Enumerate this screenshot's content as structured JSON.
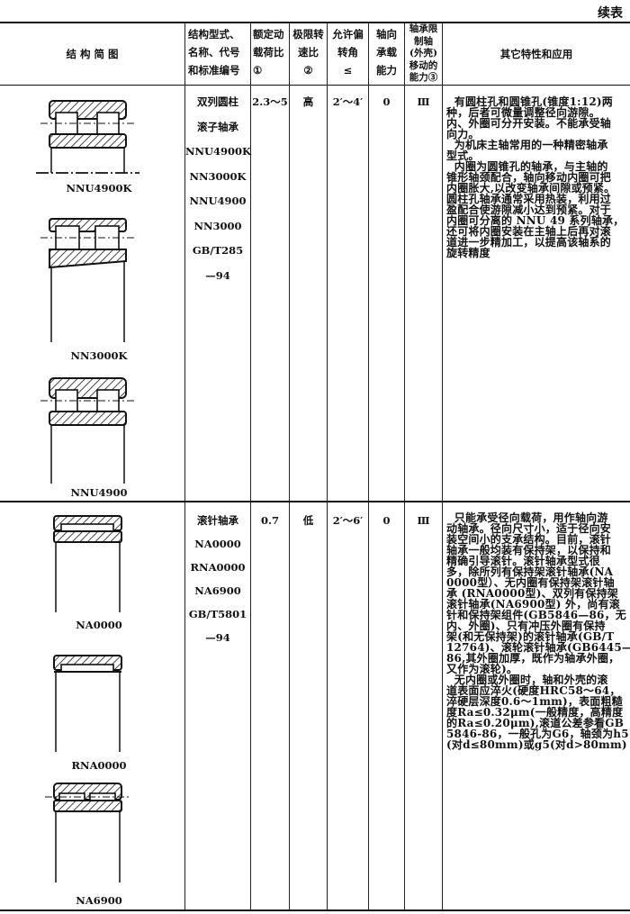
{
  "page_heading": "续表",
  "headers": {
    "diagram": "结 构 简 图",
    "type": [
      "结构型式、",
      "名称、代号",
      "和标准编号"
    ],
    "load_ratio": [
      "额定动",
      "载荷比",
      "①"
    ],
    "speed_ratio": [
      "极限转",
      "速比",
      "②"
    ],
    "misalign": [
      "允许偏",
      "转角",
      "≤"
    ],
    "axial": [
      "轴向",
      "承载",
      "能力"
    ],
    "axial_move": [
      "轴承限",
      "制轴",
      "(外壳)",
      "移动的",
      "能力③"
    ],
    "other": "其它特性和应用"
  },
  "rows": [
    {
      "figures": [
        "NNU4900K",
        "NN3000K",
        "NNU4900"
      ],
      "type_lines": [
        "双列圆柱",
        "滚子轴承",
        "NNU4900K",
        "NN3000K",
        "NNU4900",
        "NN3000",
        "GB/T285",
        "—94"
      ],
      "load_ratio": "2.3～5",
      "speed_ratio": "高",
      "misalign": "2′～4′",
      "axial": "0",
      "axial_move": "Ⅲ",
      "other_lines": [
        "  有圆柱孔和圆锥孔(锥度1:12)两",
        "种，后者可微量调整径向游隙。",
        "内、外圈可分开安装。不能承受轴",
        "向力。",
        "  为机床主轴常用的一种精密轴承",
        "型式。",
        "  内圈为圆锥孔的轴承，与主轴的",
        "锥形轴颈配合，轴向移动内圈可把",
        "内圈胀大,以改变轴承间隙或预紧。",
        "圆柱孔轴承通常采用热装，利用过",
        "盈配合使游隙减小达到预紧。对于",
        "内圈可分离的 NNU 49 系列轴承，",
        "还可将内圈安装在主轴上后再对滚",
        "道进一步精加工，以提高该轴系的",
        "旋转精度"
      ]
    },
    {
      "figures": [
        "NA0000",
        "RNA0000",
        "NA6900"
      ],
      "type_lines": [
        "滚针轴承",
        "NA0000",
        "RNA0000",
        "NA6900",
        "GB/T5801",
        "—94"
      ],
      "load_ratio": "0.7",
      "speed_ratio": "低",
      "misalign": "2′～6′",
      "axial": "0",
      "axial_move": "Ⅲ",
      "other_lines": [
        "  只能承受径向载荷，用作轴向游",
        "动轴承。径向尺寸小，适于径向安",
        "装空间小的支承结构。目前，滚针",
        "轴承一般均装有保持架，以保持和",
        "精确引导滚针。滚针轴承型式很",
        "多，除所列有保持架滚针轴承(NA",
        "0000型）、无内圈有保持架滚针轴",
        "承 (RNA0000型)、双列有保持架",
        "滚针轴承(NA6900型) 外，尚有滚",
        "针和保持架组件(GB5846—86，无",
        "内、外圈)、只有冲压外圈有保持",
        "架(和无保持架)的滚针轴承(GB/T",
        "12764)、滚轮滚针轴承(GB6445—",
        "86,其外圈加厚，既作为轴承外圈，",
        "又作为滚轮)。",
        "  无内圈或外圈时，轴和外壳的滚",
        "道表面应淬火(硬度HRC58～64，",
        "淬硬层深度0.6～1mm)，表面粗糙",
        "度Ra≤0.32μm(一般精度，高精度",
        "的Ra≤0.20μm),滚道公差参看GB",
        "5846-86，一般孔为G6，轴颈为h5",
        "(对d≤80mm)或g5(对d>80mm)"
      ]
    }
  ]
}
